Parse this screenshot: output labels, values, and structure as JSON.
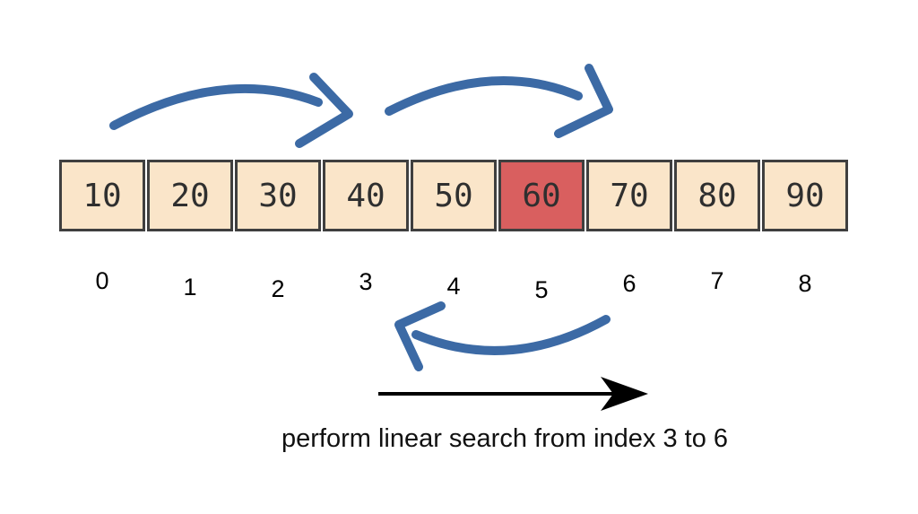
{
  "colors": {
    "background": "#ffffff",
    "cell-fill": "#fae5c9",
    "cell-border": "#3f3f3f",
    "highlight-fill": "#d95f5f",
    "arrow-blue": "#3c6aa5",
    "arrow-black": "#000000",
    "cell-text": "#2f2f2f",
    "caption-text": "#111111"
  },
  "array": {
    "cells": [
      {
        "value": "10",
        "highlighted": false
      },
      {
        "value": "20",
        "highlighted": false
      },
      {
        "value": "30",
        "highlighted": false
      },
      {
        "value": "40",
        "highlighted": false
      },
      {
        "value": "50",
        "highlighted": false
      },
      {
        "value": "60",
        "highlighted": true
      },
      {
        "value": "70",
        "highlighted": false
      },
      {
        "value": "80",
        "highlighted": false
      },
      {
        "value": "90",
        "highlighted": false
      }
    ],
    "indices": [
      "0",
      "1",
      "2",
      "3",
      "4",
      "5",
      "6",
      "7",
      "8"
    ],
    "highlighted_index": 5,
    "highlighted_value": "60"
  },
  "caption": "perform linear search from index 3 to 6"
}
